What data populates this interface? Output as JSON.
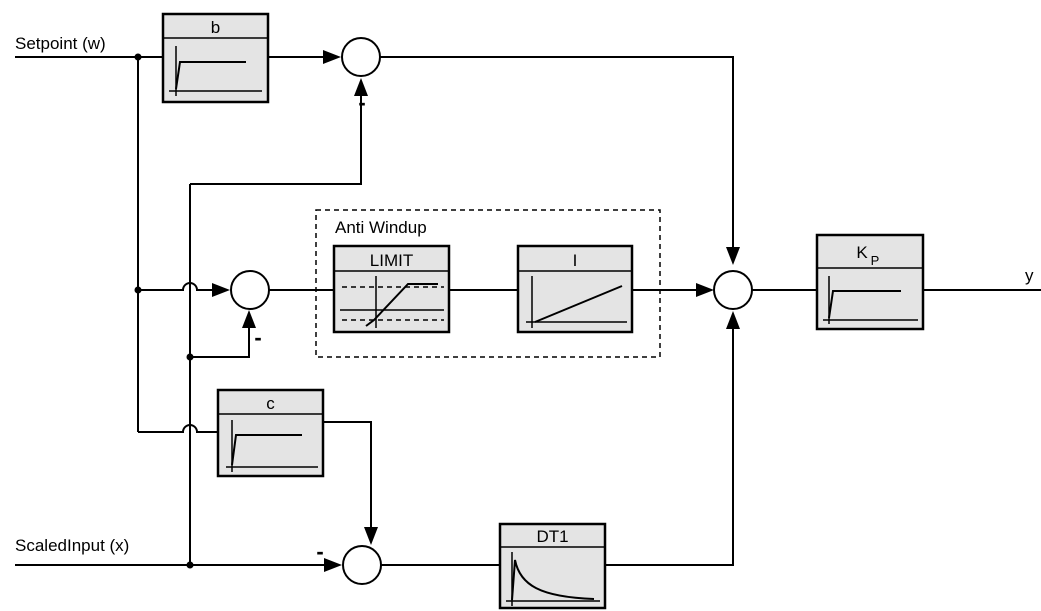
{
  "signals": {
    "setpoint": "Setpoint (w)",
    "scaled_input": "ScaledInput (x)",
    "output": "y"
  },
  "group": {
    "label": "Anti Windup"
  },
  "blocks": {
    "b": "b",
    "limit": "LIMIT",
    "integrator": "I",
    "kp_main": "K",
    "kp_sub": "P",
    "c": "c",
    "dt1": "DT1"
  },
  "signs": {
    "minus": "-"
  }
}
